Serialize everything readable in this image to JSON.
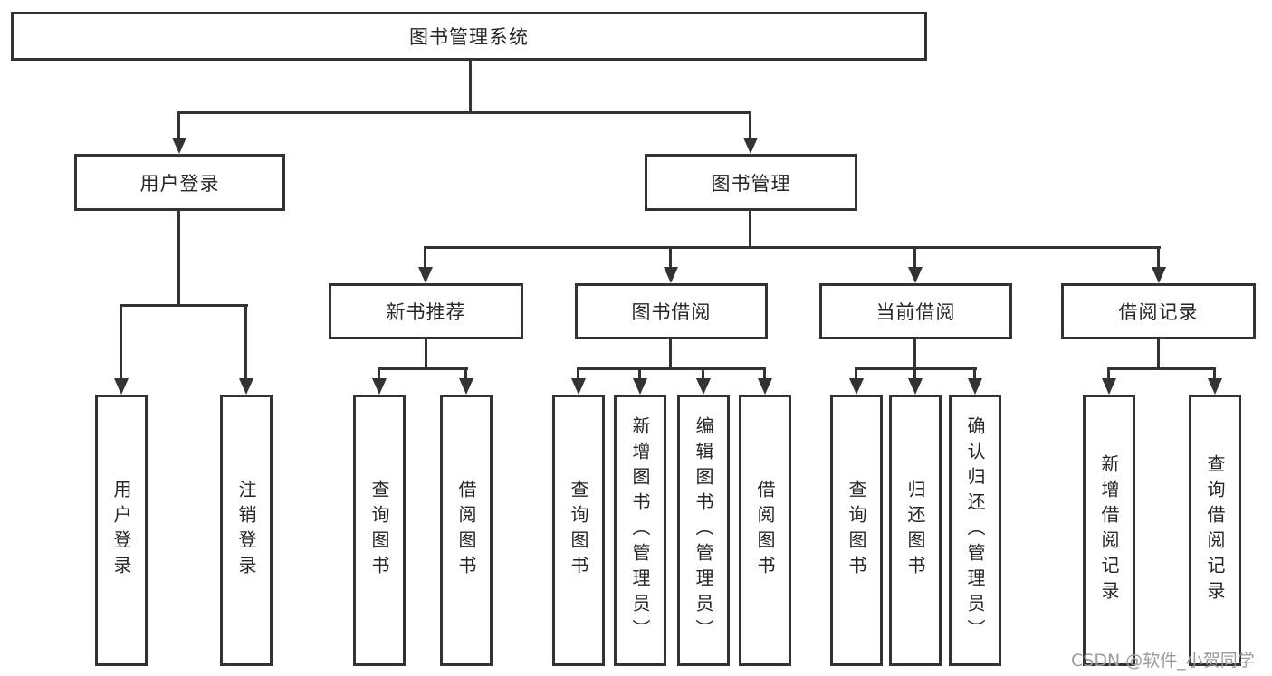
{
  "tree": {
    "label": "图书管理系统",
    "children": [
      {
        "label": "用户登录",
        "children": [
          "用户登录",
          "注销登录"
        ]
      },
      {
        "label": "图书管理",
        "children": [
          {
            "label": "新书推荐",
            "children": [
              "查询图书",
              "借阅图书"
            ]
          },
          {
            "label": "图书借阅",
            "children": [
              "查询图书",
              "新增图书（管理员）",
              "编辑图书（管理员）",
              "借阅图书"
            ]
          },
          {
            "label": "当前借阅",
            "children": [
              "查询图书",
              "归还图书",
              "确认归还（管理员）"
            ]
          },
          {
            "label": "借阅记录",
            "children": [
              "新增借阅记录",
              "查询借阅记录"
            ]
          }
        ]
      }
    ]
  },
  "watermark": {
    "text": "CSDN @软件_小贺同学"
  },
  "colors": {
    "line": "#333333",
    "text": "#262626",
    "watermark": "#9b9ba0",
    "background": "#ffffff"
  }
}
